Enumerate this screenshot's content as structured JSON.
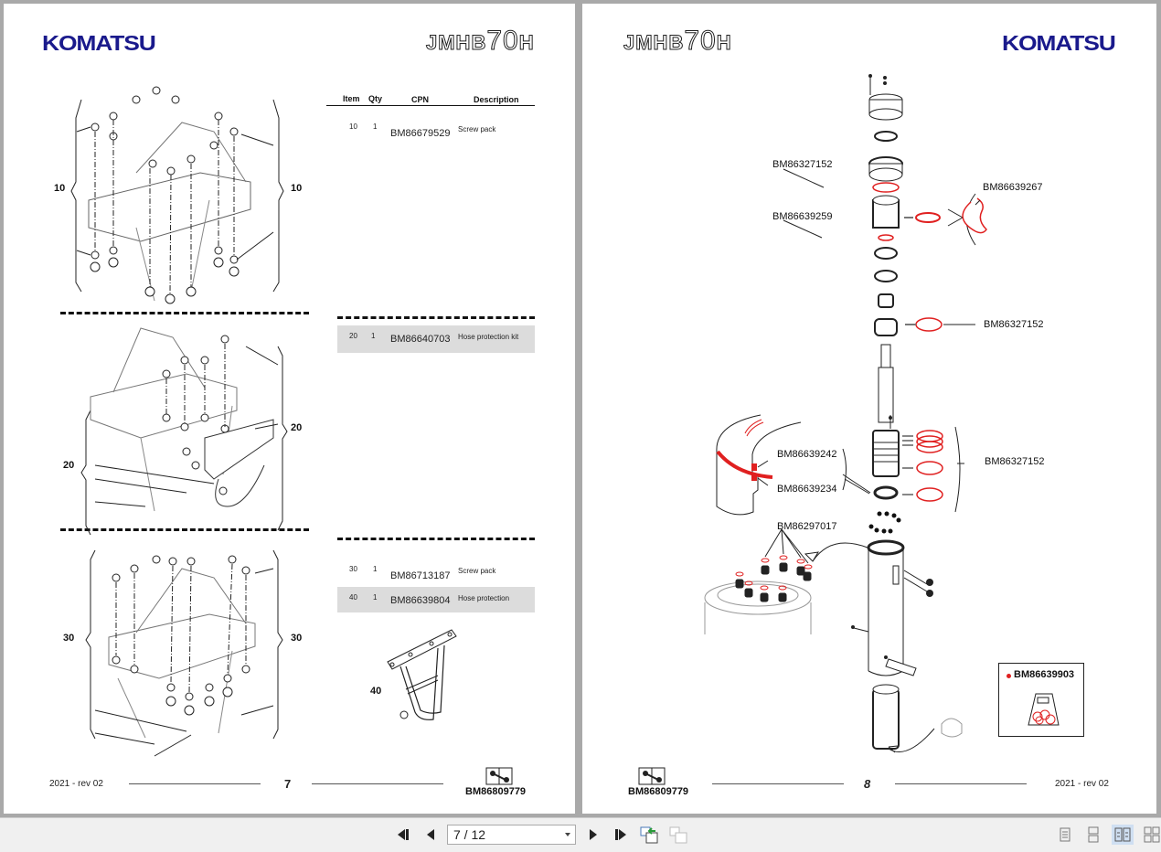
{
  "viewer": {
    "page_indicator": "7 / 12",
    "toolbar": {
      "first_page": "first-page",
      "prev_page": "previous-page",
      "next_page": "next-page",
      "last_page": "last-page",
      "go_back": "go-back-view",
      "go_forward": "go-forward-view"
    },
    "view_modes": [
      "single-page",
      "continuous",
      "facing",
      "continuous-facing"
    ],
    "active_view_mode": "facing"
  },
  "left_page": {
    "brand": "KOMATSU",
    "model_prefix": "JMHB",
    "model_number": "70",
    "model_suffix": "H",
    "table_headers": {
      "item": "Item",
      "qty": "Qty",
      "cpn": "CPN",
      "description": "Description"
    },
    "rows": [
      {
        "item": "10",
        "qty": "1",
        "cpn": "BM86679529",
        "description": "Screw pack"
      },
      {
        "item": "20",
        "qty": "1",
        "cpn": "BM86640703",
        "description": "Hose protection kit"
      },
      {
        "item": "30",
        "qty": "1",
        "cpn": "BM86713187",
        "description": "Screw pack"
      },
      {
        "item": "40",
        "qty": "1",
        "cpn": "BM86639804",
        "description": "Hose protection"
      }
    ],
    "diagram_labels": {
      "a": "10",
      "b": "20",
      "c": "30",
      "d": "40"
    },
    "footer": {
      "date": "2021 -  rev 02",
      "page_number": "7",
      "doc_code": "BM86809779"
    }
  },
  "right_page": {
    "brand": "KOMATSU",
    "model_prefix": "JMHB",
    "model_number": "70",
    "model_suffix": "H",
    "callouts": [
      "BM86327152",
      "BM86639267",
      "BM86639259",
      "BM86327152",
      "BM86639242",
      "BM86327152",
      "BM86639234",
      "BM86297017"
    ],
    "seal_kit": "BM86639903",
    "footer": {
      "date": "2021 -  rev 02",
      "page_number": "8",
      "doc_code": "BM86809779"
    }
  },
  "colors": {
    "brand_blue": "#1a1a8c",
    "seal_red": "#e02020",
    "background": "#a9a9a9",
    "row_shade": "#dcdcdc"
  }
}
